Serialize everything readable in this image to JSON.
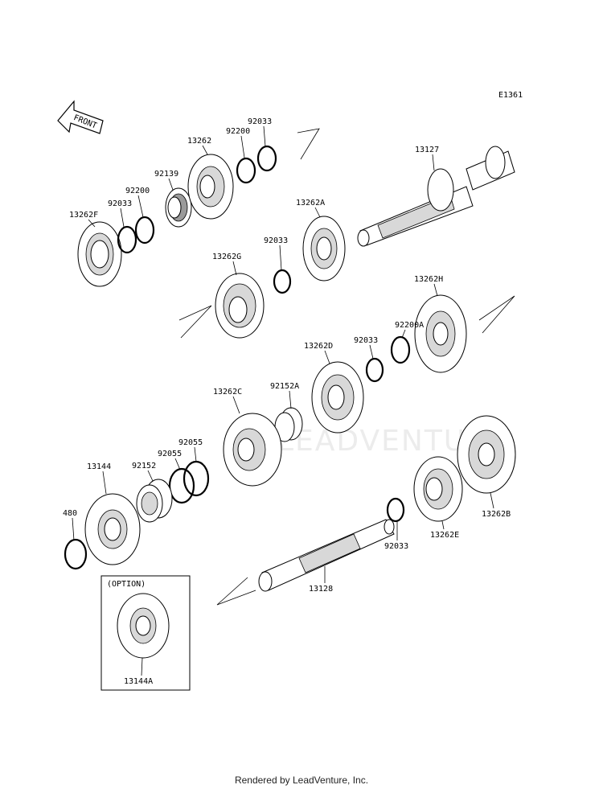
{
  "diagram": {
    "code": "E1361",
    "front_label": "FRONT",
    "option_label": "(OPTION)",
    "watermark": "LEADVENTURE",
    "parts": [
      "13262F",
      "92033",
      "92200",
      "92139",
      "13262",
      "92200",
      "92033",
      "13127",
      "13262A",
      "92033",
      "13262G",
      "13262H",
      "92200A",
      "92033",
      "13262D",
      "92152A",
      "13262C",
      "92055",
      "92055",
      "92152",
      "13144",
      "480",
      "13262E",
      "13262B",
      "92033",
      "13128",
      "13144A"
    ]
  },
  "footer": {
    "text": "Rendered by LeadVenture, Inc."
  }
}
